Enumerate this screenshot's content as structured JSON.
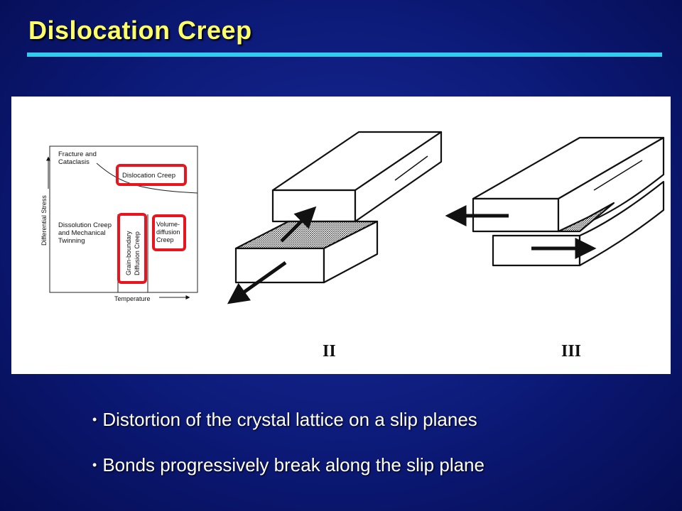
{
  "title": "Dislocation Creep",
  "colors": {
    "title": "#ffff66",
    "title_rule": "#33ccee",
    "background": "#0c1a78",
    "highlight_box": "#e8141e",
    "bullet_text": "#ffffff"
  },
  "diagram": {
    "y_axis_label": "Differential Stress",
    "x_axis_label": "Temperature",
    "fracture_label_1": "Fracture and",
    "fracture_label_2": "Cataclasis",
    "dislocation_label": "Dislocation Creep",
    "dissolution_label_1": "Dissolution Creep",
    "dissolution_label_2": "and Mechanical",
    "dissolution_label_3": "Twinning",
    "grain_boundary_label_1": "Grain-boundary",
    "grain_boundary_label_2": "Diffusion Creep",
    "volume_label_1": "Volume-",
    "volume_label_2": "diffusion",
    "volume_label_3": "Creep"
  },
  "illustration": {
    "label_2": "II",
    "label_3": "III"
  },
  "bullets": [
    "Distortion of the crystal lattice on a slip planes",
    "Bonds progressively break along the slip plane"
  ]
}
